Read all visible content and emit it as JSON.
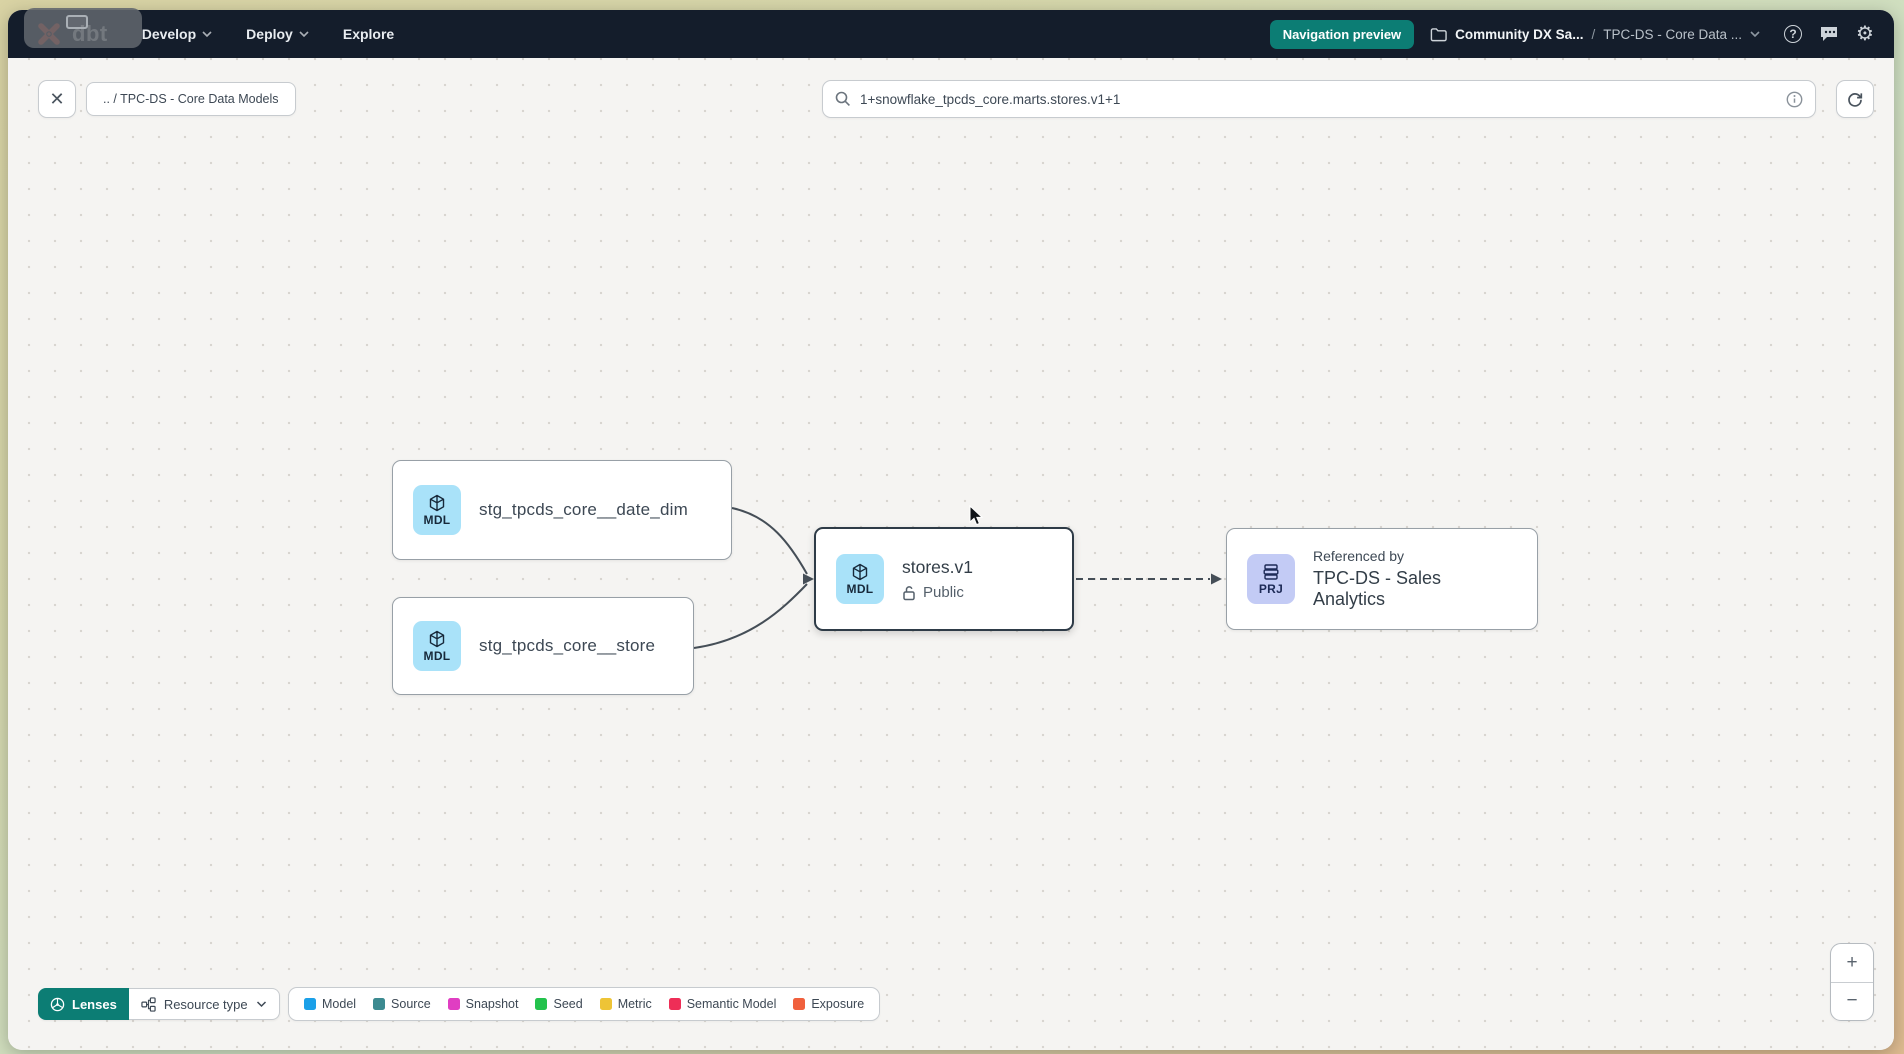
{
  "navbar": {
    "logo_text": "dbt",
    "menus": [
      {
        "label": "Develop"
      },
      {
        "label": "Deploy"
      },
      {
        "label": "Explore"
      }
    ],
    "preview_badge": "Navigation preview",
    "breadcrumb": {
      "project": "Community DX Sa...",
      "separator": "/",
      "current": "TPC-DS - Core Data ..."
    },
    "help_glyph": "?",
    "gear_glyph": "⚙"
  },
  "toolbar": {
    "close_glyph": "✕",
    "path_chip": ".. / TPC-DS - Core Data Models",
    "search": {
      "value": "1+snowflake_tpcds_core.marts.stores.v1+1"
    }
  },
  "graph": {
    "nodes": {
      "date_dim": {
        "badge": "MDL",
        "label": "stg_tpcds_core__date_dim"
      },
      "store": {
        "badge": "MDL",
        "label": "stg_tpcds_core__store"
      },
      "stores_v1": {
        "badge": "MDL",
        "label": "stores.v1",
        "access": "Public",
        "selected": true
      },
      "project": {
        "badge": "PRJ",
        "eyebrow": "Referenced by",
        "label": "TPC-DS - Sales Analytics"
      }
    }
  },
  "footer": {
    "lenses_label": "Lenses",
    "resource_type_label": "Resource type",
    "legend": [
      {
        "label": "Model",
        "color": "#1ba0e8"
      },
      {
        "label": "Source",
        "color": "#3c8a90"
      },
      {
        "label": "Snapshot",
        "color": "#e03ec2"
      },
      {
        "label": "Seed",
        "color": "#23c24c"
      },
      {
        "label": "Metric",
        "color": "#eec436"
      },
      {
        "label": "Semantic Model",
        "color": "#ee2e57"
      },
      {
        "label": "Exposure",
        "color": "#f0603d"
      }
    ]
  },
  "zoom_controls": {
    "zoom_in": "+",
    "zoom_out": "−"
  },
  "colors": {
    "accent_teal": "#0c7d74",
    "navbar_bg": "#141d2b",
    "selection_border": "#2e3b47"
  }
}
